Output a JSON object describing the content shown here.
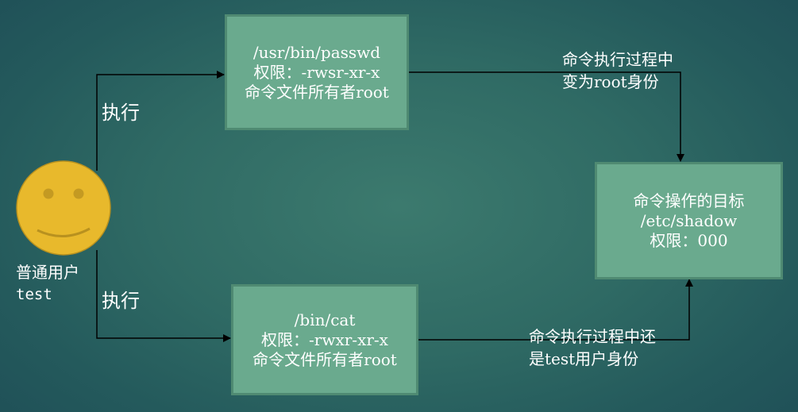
{
  "user": {
    "icon": "smiley-face-icon",
    "label_line1": "普通用户",
    "label_line2": "test"
  },
  "edges": {
    "exec_top": "执行",
    "exec_bottom": "执行",
    "note_top_line1": "命令执行过程中",
    "note_top_line2": "变为root身份",
    "note_bottom_line1": "命令执行过程中还",
    "note_bottom_line2": "是test用户身份"
  },
  "boxes": {
    "passwd": {
      "line1": "/usr/bin/passwd",
      "line2": "权限：-rwsr-xr-x",
      "line3": "命令文件所有者root"
    },
    "cat": {
      "line1": "/bin/cat",
      "line2": "权限：-rwxr-xr-x",
      "line3": "命令文件所有者root"
    },
    "target": {
      "line1": "命令操作的目标",
      "line2": "/etc/shadow",
      "line3": "权限：000"
    }
  },
  "colors": {
    "box_fill": "#6aaa8e",
    "box_border": "#4f8a72",
    "smiley_fill": "#e8b92c",
    "smiley_stroke": "#b8911f",
    "background": "#2f6a64"
  }
}
